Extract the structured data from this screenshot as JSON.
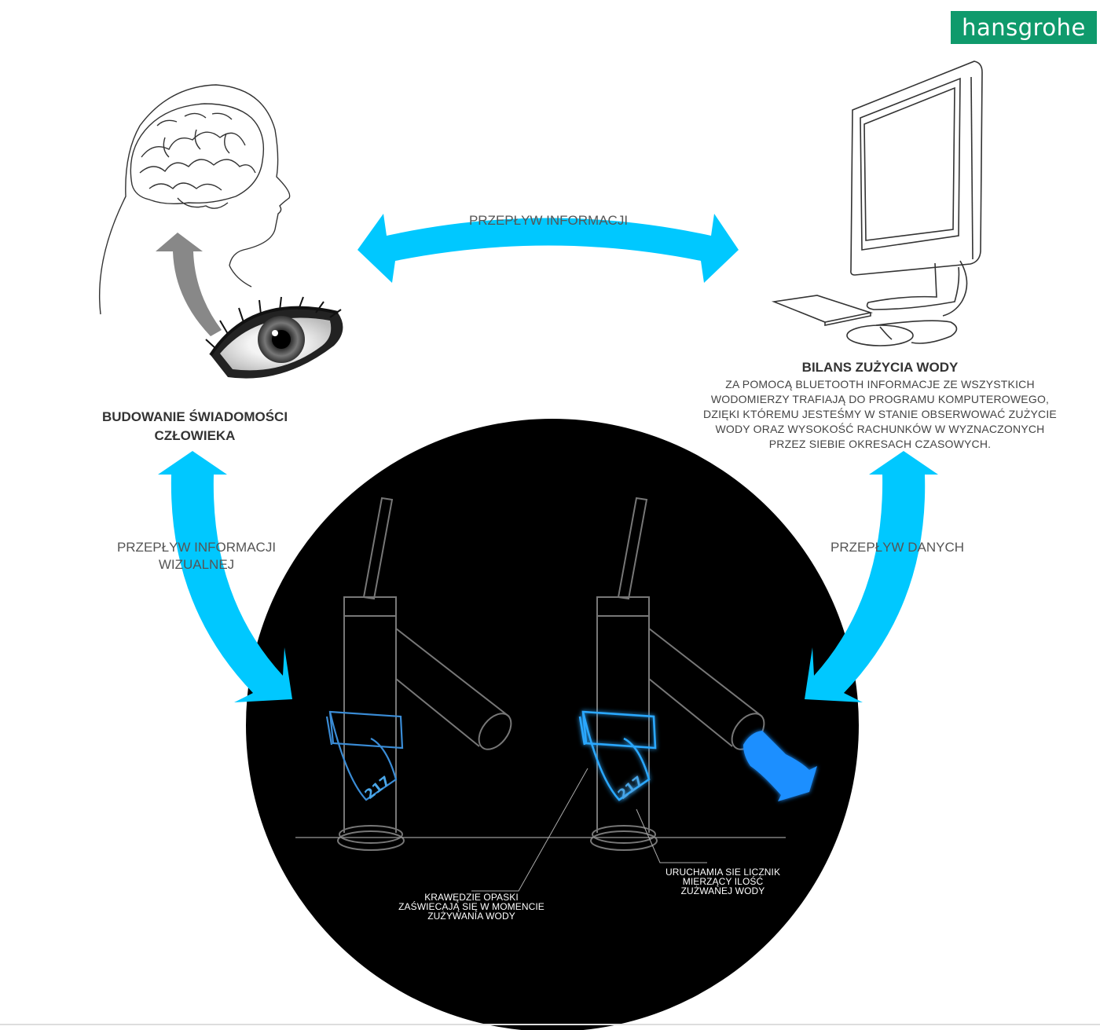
{
  "brand": {
    "logo_text": "hansgrohe"
  },
  "top_arrow": {
    "label": "PRZEPŁYW INFORMACJI"
  },
  "left_arrow": {
    "label_line1": "PRZEPŁYW INFORMACJI",
    "label_line2": "WIZUALNEJ"
  },
  "right_arrow": {
    "label": "PRZEPŁYW  DANYCH"
  },
  "human": {
    "title_line1": "BUDOWANIE ŚWIADOMOŚCI",
    "title_line2": "CZŁOWIEKA"
  },
  "computer": {
    "title": "BILANS ZUŻYCIA WODY",
    "desc_lines": [
      "ZA POMOCĄ BLUETOOTH INFORMACJE ZE WSZYSTKICH",
      "WODOMIERZY TRAFIAJĄ DO PROGRAMU KOMPUTEROWEGO,",
      "DZIĘKI KTÓREMU JESTEŚMY W STANIE OBSERWOWAĆ ZUŻYCIE",
      "WODY ORAZ WYSOKOŚĆ RACHUNKÓW W WYZNACZONYCH",
      "PRZEZ SIEBIE OKRESACH CZASOWYCH."
    ]
  },
  "faucet": {
    "display_value": "217",
    "callout_left": [
      "KRAWĘDZIE OPASKI",
      "ZAŚWIECAJĄ SIĘ W MOMENCIE",
      "ZUŻYWANIA WODY"
    ],
    "callout_right": [
      "URUCHAMIA SIE LICZNIK",
      "MIERZĄCY ILOŚĆ",
      "ZUŻWANEJ WODY"
    ]
  },
  "colors": {
    "arrow": "#00c8ff",
    "brand": "#0f9a6c",
    "glow": "#2aa8ff",
    "circle": "#000000"
  }
}
